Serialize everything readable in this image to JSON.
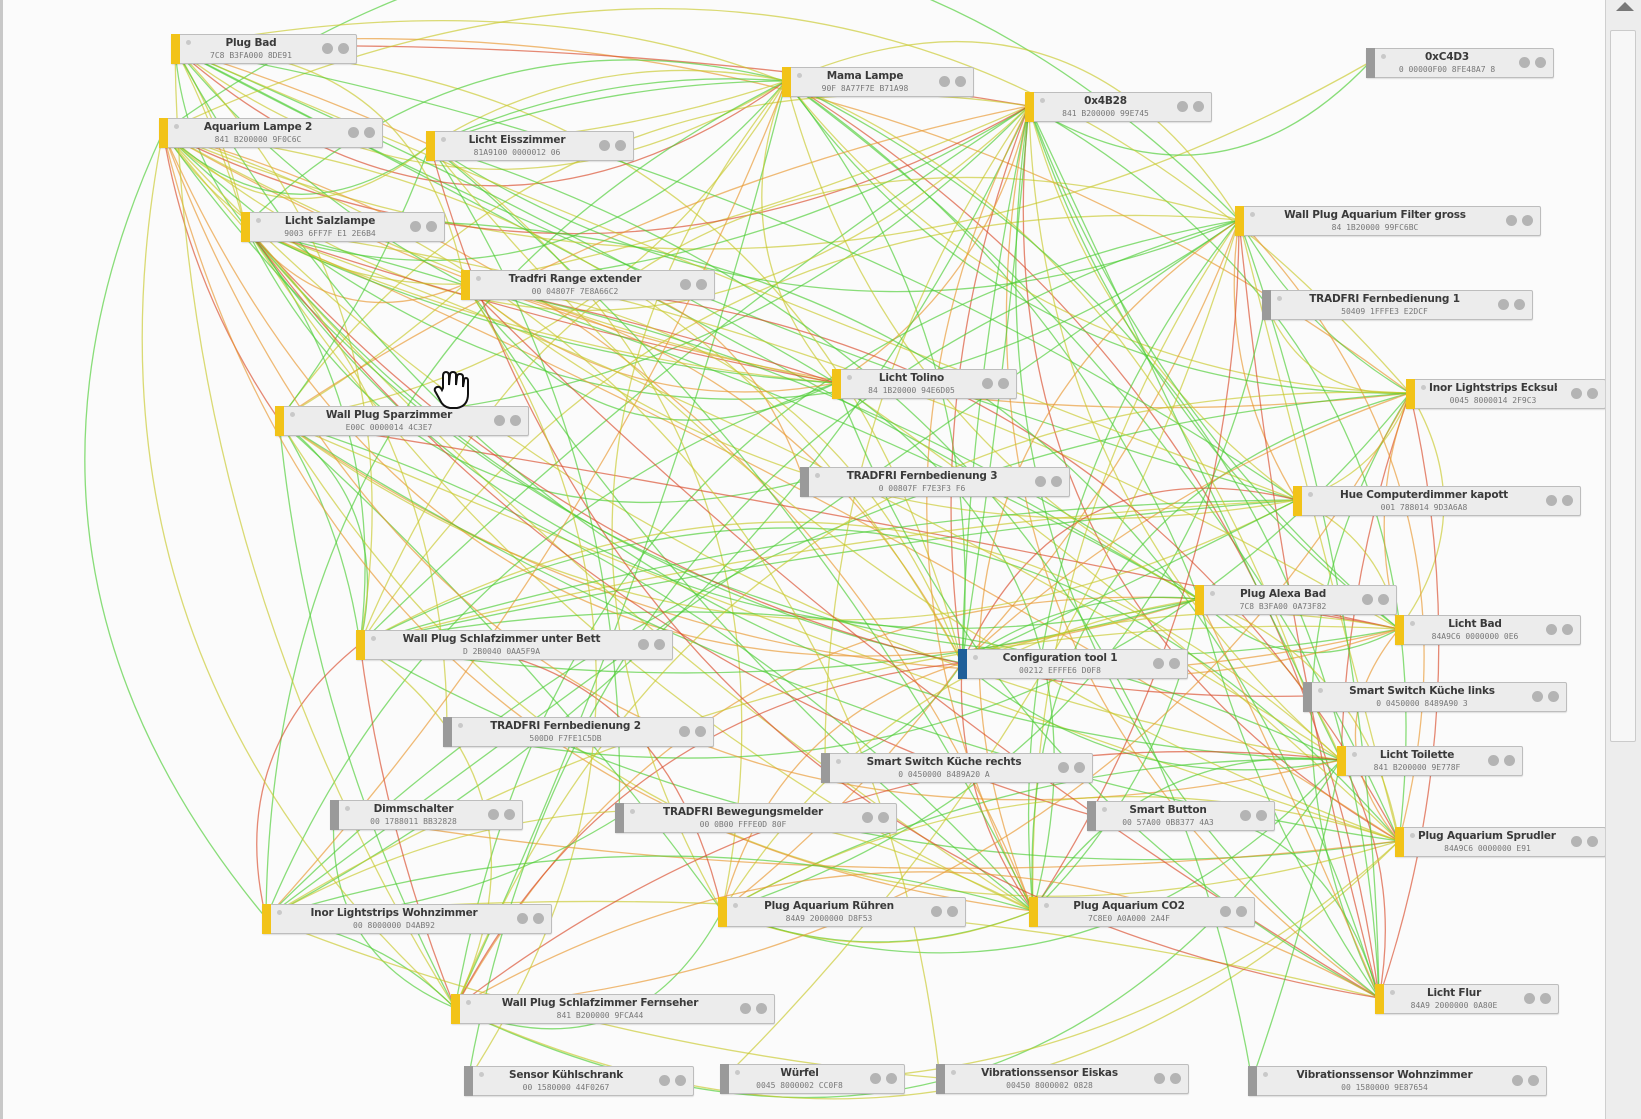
{
  "colors": {
    "device_yellow": "#f2c318",
    "device_gray": "#9a9a9a",
    "coordinator_blue": "#1f5f99",
    "link_good": "#4ccd33",
    "link_medium": "#c8c82a",
    "link_weak": "#e8962e",
    "link_bad": "#d94a2a"
  },
  "cursor_icon": "hand-pointer-icon",
  "nodes": [
    {
      "id": "n1",
      "name": "Plug Bad",
      "addr": "7C8 B3FA000 8DE91",
      "kind": "router"
    },
    {
      "id": "n2",
      "name": "Mama Lampe",
      "addr": "90F 8A77F7E B71A98",
      "kind": "router"
    },
    {
      "id": "n3",
      "name": "0xC4D3",
      "addr": "0 00000F00 8FE48A7 8",
      "kind": "end"
    },
    {
      "id": "n4",
      "name": "0x4B28",
      "addr": "841 B200000 99E745",
      "kind": "router"
    },
    {
      "id": "n5",
      "name": "Aquarium Lampe 2",
      "addr": "841 B200000 9F0C6C",
      "kind": "router"
    },
    {
      "id": "n6",
      "name": "Licht Eisszimmer",
      "addr": "81A9100 0000012 06",
      "kind": "router"
    },
    {
      "id": "n7",
      "name": "Licht Salzlampe",
      "addr": "9003 6FF7F E1 2E6B4",
      "kind": "router"
    },
    {
      "id": "n8",
      "name": "Wall Plug Aquarium Filter gross",
      "addr": "84 1B20000 99FC6BC",
      "kind": "router"
    },
    {
      "id": "n9",
      "name": "Tradfri Range extender",
      "addr": "00 04807F 7E8A66C2",
      "kind": "router"
    },
    {
      "id": "n10",
      "name": "TRADFRI Fernbedienung 1",
      "addr": "50409 1FFFE3 E2DCF",
      "kind": "end"
    },
    {
      "id": "n11",
      "name": "Licht Tolino",
      "addr": "84 1B20000 94E6D05",
      "kind": "router"
    },
    {
      "id": "n12",
      "name": "Inor Lightstrips Ecksubs",
      "addr": "0045 8000014 2F9C3",
      "kind": "router"
    },
    {
      "id": "n13",
      "name": "Wall Plug Sparzimmer",
      "addr": "E00C 0000014 4C3E7",
      "kind": "router"
    },
    {
      "id": "n14",
      "name": "TRADFRI Fernbedienung 3",
      "addr": "0 00807F F7E3F3 F6",
      "kind": "end"
    },
    {
      "id": "n15",
      "name": "Hue Computerdimmer kapott",
      "addr": "001 788014 9D3A6A8",
      "kind": "router"
    },
    {
      "id": "n16",
      "name": "Plug Alexa Bad",
      "addr": "7C8 B3FA00 0A73F82",
      "kind": "router"
    },
    {
      "id": "n17",
      "name": "Licht Bad",
      "addr": "84A9C6 0000000 0E6",
      "kind": "router"
    },
    {
      "id": "n18",
      "name": "Wall Plug Schlafzimmer unter Bett",
      "addr": "D 2B0040 0AA5F9A",
      "kind": "router"
    },
    {
      "id": "n19",
      "name": "Configuration tool 1",
      "addr": "00212 EFFFE6 D0F8",
      "kind": "coordinator"
    },
    {
      "id": "n20",
      "name": "Smart Switch Küche links",
      "addr": "0 0450000 8489A90 3",
      "kind": "end"
    },
    {
      "id": "n21",
      "name": "TRADFRI Fernbedienung 2",
      "addr": "500D0 F7FE1C5DB",
      "kind": "end"
    },
    {
      "id": "n22",
      "name": "Licht Toilette",
      "addr": "841 B200000 9E778F",
      "kind": "router"
    },
    {
      "id": "n23",
      "name": "Smart Switch Küche rechts",
      "addr": "0 0450000 8489A20 A",
      "kind": "end"
    },
    {
      "id": "n24",
      "name": "Dimmschalter",
      "addr": "00 1788011 BB32828",
      "kind": "end"
    },
    {
      "id": "n25",
      "name": "TRADFRI Bewegungsmelder",
      "addr": "00 0B00 FFFE0D 80F",
      "kind": "end"
    },
    {
      "id": "n26",
      "name": "Smart Button",
      "addr": "00 57A00 0B8377 4A3",
      "kind": "end"
    },
    {
      "id": "n27",
      "name": "Plug Aquarium Sprudler g",
      "addr": "84A9C6 0000000 E91",
      "kind": "router"
    },
    {
      "id": "n28",
      "name": "Inor Lightstrips Wohnzimmer",
      "addr": "00 8000000 D4AB92",
      "kind": "router"
    },
    {
      "id": "n29",
      "name": "Plug Aquarium Rühren",
      "addr": "84A9 2000000 D8F53",
      "kind": "router"
    },
    {
      "id": "n30",
      "name": "Plug Aquarium CO2",
      "addr": "7C8E0 A0A000 2A4F",
      "kind": "router"
    },
    {
      "id": "n31",
      "name": "Licht Flur",
      "addr": "84A9 2000000 0A80E",
      "kind": "router"
    },
    {
      "id": "n32",
      "name": "Wall Plug Schlafzimmer Fernseher",
      "addr": "841 B200000 9FCA44",
      "kind": "router"
    },
    {
      "id": "n33",
      "name": "Sensor Kühlschrank",
      "addr": "00 1580000 44F0267",
      "kind": "end"
    },
    {
      "id": "n34",
      "name": "Würfel",
      "addr": "0045 8000002 CC0F8",
      "kind": "end"
    },
    {
      "id": "n35",
      "name": "Vibrationssensor Eiskas",
      "addr": "00450 8000002 0828",
      "kind": "end"
    },
    {
      "id": "n36",
      "name": "Vibrationssensor Wohnzimmer",
      "addr": "00 1580000 9E87654",
      "kind": "end"
    }
  ]
}
